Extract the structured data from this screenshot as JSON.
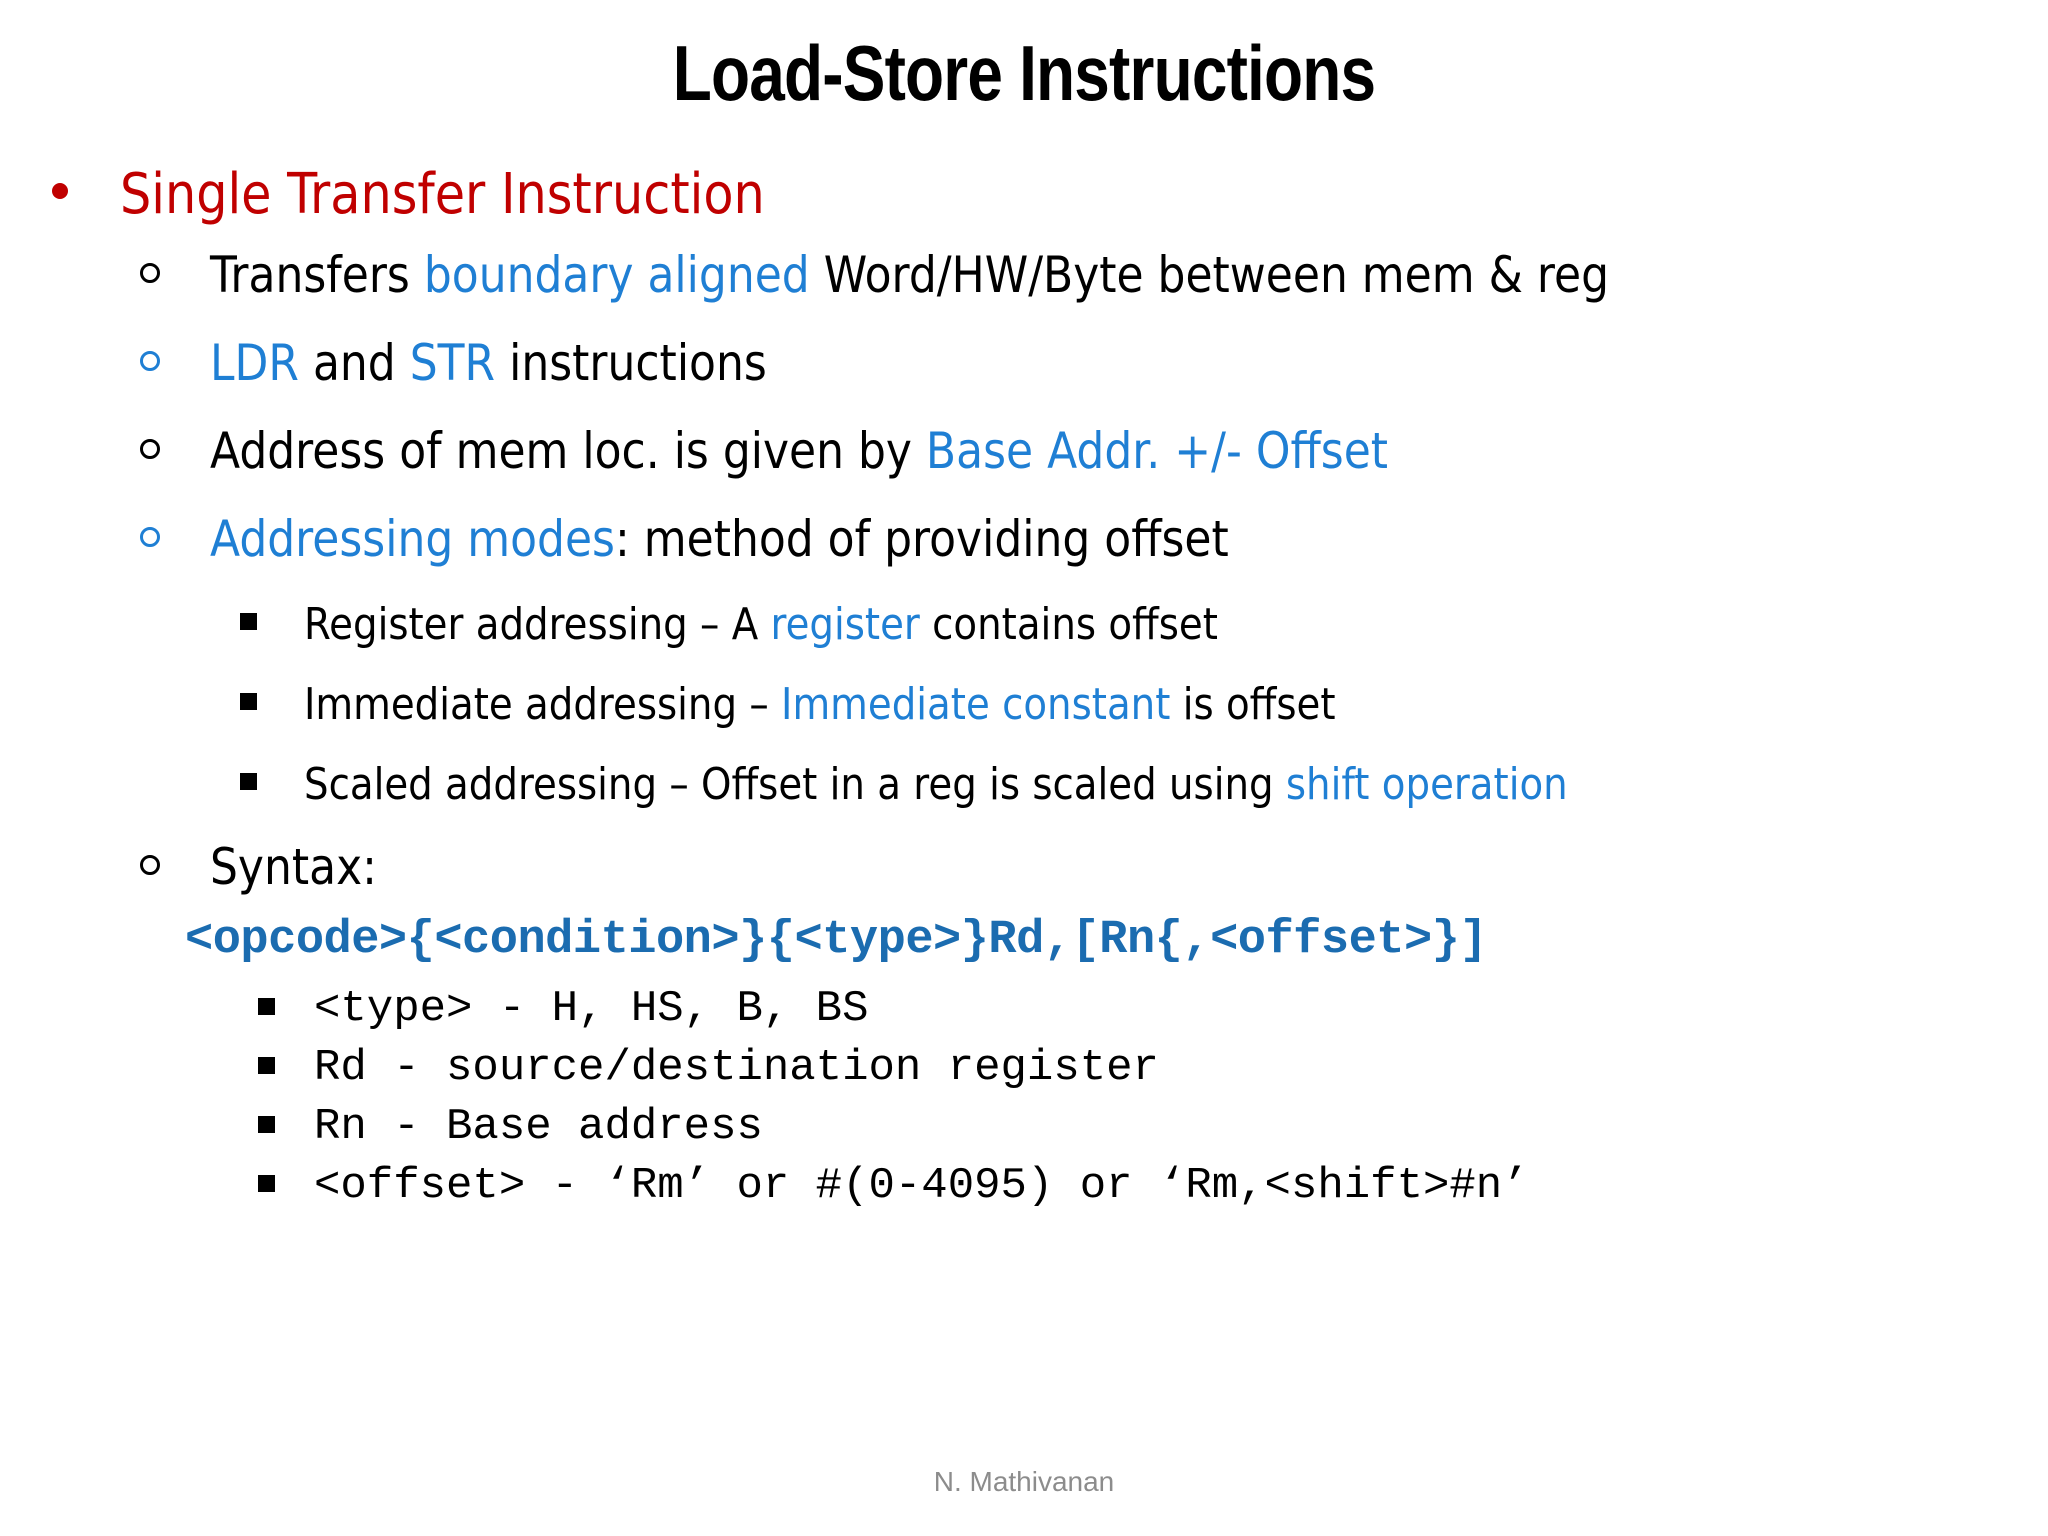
{
  "slide": {
    "title": "Load-Store Instructions",
    "footer": "N. Mathivanan",
    "colors": {
      "heading_red": "#C00000",
      "accent_blue": "#1F7FD4",
      "syntax_blue": "#1B6CB0",
      "body_black": "#000000",
      "footer_gray": "#8C8C8C",
      "background": "#FFFFFF"
    }
  },
  "bullets": {
    "level1": {
      "marker": "bullet-dot",
      "text": "Single Transfer Instruction"
    },
    "level2": [
      {
        "marker": "hollow-circle",
        "marker_color": "black",
        "parts": [
          {
            "text": "Transfers ",
            "color": "black"
          },
          {
            "text": "boundary aligned",
            "color": "blue"
          },
          {
            "text": " Word/HW/Byte between mem & reg",
            "color": "black"
          }
        ]
      },
      {
        "marker": "hollow-circle",
        "marker_color": "blue",
        "parts": [
          {
            "text": "LDR",
            "color": "blue"
          },
          {
            "text": " and ",
            "color": "black"
          },
          {
            "text": "STR",
            "color": "blue"
          },
          {
            "text": " instructions",
            "color": "black"
          }
        ]
      },
      {
        "marker": "hollow-circle",
        "marker_color": "black",
        "parts": [
          {
            "text": "Address of mem loc. is given by ",
            "color": "black"
          },
          {
            "text": "Base Addr. +/- Offset",
            "color": "blue"
          }
        ]
      },
      {
        "marker": "hollow-circle",
        "marker_color": "blue",
        "parts": [
          {
            "text": "Addressing modes",
            "color": "blue"
          },
          {
            "text": ": method of providing offset",
            "color": "black"
          }
        ]
      }
    ],
    "level3": [
      {
        "marker": "filled-square",
        "parts": [
          {
            "text": "Register addressing – A ",
            "color": "black"
          },
          {
            "text": "register",
            "color": "blue"
          },
          {
            "text": " contains offset",
            "color": "black"
          }
        ]
      },
      {
        "marker": "filled-square",
        "parts": [
          {
            "text": "Immediate addressing – ",
            "color": "black"
          },
          {
            "text": "Immediate constant",
            "color": "blue"
          },
          {
            "text": " is offset",
            "color": "black"
          }
        ]
      },
      {
        "marker": "filled-square",
        "parts": [
          {
            "text": "Scaled addressing – Offset in a reg is scaled using ",
            "color": "black"
          },
          {
            "text": "shift operation",
            "color": "blue"
          }
        ]
      }
    ],
    "syntax_label": {
      "marker": "hollow-circle",
      "marker_color": "black",
      "text": "Syntax:"
    },
    "syntax_code": "<opcode>{<condition>}{<type>}Rd,[Rn{,<offset>}]",
    "syntax_items": [
      {
        "marker": "filled-square",
        "text": "<type> - H, HS, B, BS"
      },
      {
        "marker": "filled-square",
        "text": "Rd - source/destination register"
      },
      {
        "marker": "filled-square",
        "text": "Rn - Base address"
      },
      {
        "marker": "filled-square",
        "text": "<offset> - ‘Rm’ or #(0-4095) or ‘Rm,<shift>#n’"
      }
    ]
  }
}
